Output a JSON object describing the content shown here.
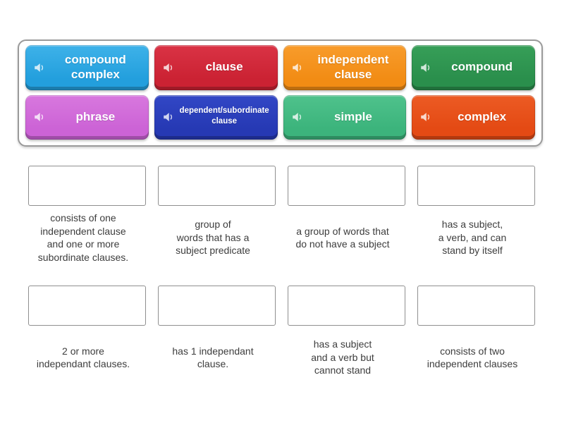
{
  "activity": {
    "kind": "match-up",
    "speaker_icon": "speaker-audio-icon"
  },
  "tiles": [
    {
      "label": "compound\ncomplex",
      "color_top": "#3eb2e9",
      "color": "#239fdd",
      "size": "lg"
    },
    {
      "label": "clause",
      "color_top": "#da3345",
      "color": "#cb2233",
      "size": "lg"
    },
    {
      "label": "independent\nclause",
      "color_top": "#f89c2c",
      "color": "#f28c14",
      "size": "lg"
    },
    {
      "label": "compound",
      "color_top": "#379f58",
      "color": "#2a8f4c",
      "size": "lg"
    },
    {
      "label": "phrase",
      "color_top": "#d878de",
      "color": "#cc63d6",
      "size": "lg"
    },
    {
      "label": "dependent/subordinate\nclause",
      "color_top": "#3247c6",
      "color": "#2639b4",
      "size": "sm"
    },
    {
      "label": "simple",
      "color_top": "#4fc28c",
      "color": "#3cb47c",
      "size": "lg"
    },
    {
      "label": "complex",
      "color_top": "#ec5b24",
      "color": "#e44a14",
      "size": "lg"
    }
  ],
  "definitions": [
    {
      "text": "consists of one\nindependent clause\nand one or more\nsubordinate clauses."
    },
    {
      "text": "group of\nwords that has a\nsubject predicate"
    },
    {
      "text": "a group of words that\ndo not have a subject"
    },
    {
      "text": "has a subject,\na verb, and can\nstand by itself"
    },
    {
      "text": "2 or more\nindependant clauses."
    },
    {
      "text": "has 1 independant\nclause."
    },
    {
      "text": "has a subject\nand a verb but\ncannot stand"
    },
    {
      "text": "consists of two\nindependent clauses"
    }
  ]
}
